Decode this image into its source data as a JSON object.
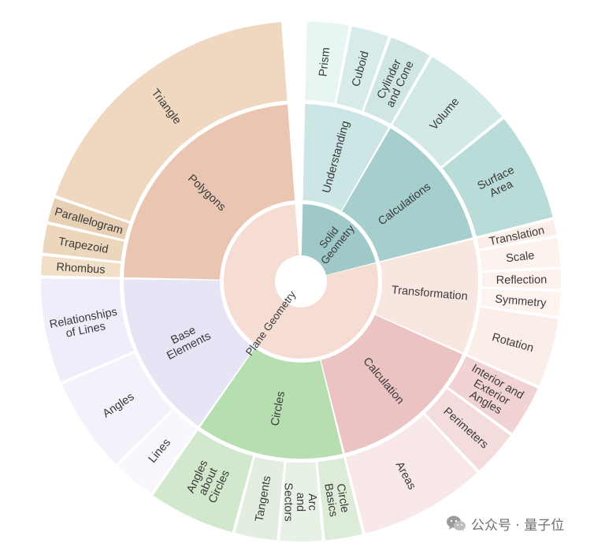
{
  "chart_data": {
    "type": "sunburst",
    "levels": 3,
    "hierarchy": [
      {
        "name": "Solid Geometry",
        "label": "Solid\nGeometry",
        "color": "#9ec9c8",
        "children": [
          {
            "name": "Understanding",
            "label": "Understanding",
            "color": "#cce6e5",
            "children": [
              {
                "name": "Prism",
                "label": "Prism",
                "color": "#e7f6f2"
              },
              {
                "name": "Cuboid",
                "label": "Cuboid",
                "color": "#d7ecea"
              },
              {
                "name": "Cylinder and Cone",
                "label": "Cylinder\nand Cone",
                "color": "#cfe6e4"
              }
            ]
          },
          {
            "name": "Calculations",
            "label": "Calculations",
            "color": "#a5cecd",
            "children": [
              {
                "name": "Volume",
                "label": "Volume",
                "color": "#d3e9e7"
              },
              {
                "name": "Surface Area",
                "label": "Surface\nArea",
                "color": "#b9dcd9"
              }
            ]
          }
        ]
      },
      {
        "name": "Plane Geometry",
        "label": "Plane Geometry",
        "color": "#f5ddd4",
        "children": [
          {
            "name": "Transformation",
            "label": "Transformation",
            "color": "#f8e6e1",
            "children": [
              {
                "name": "Translation",
                "label": "Translation",
                "color": "#fbeee8"
              },
              {
                "name": "Scale",
                "label": "Scale",
                "color": "#fdf3ee"
              },
              {
                "name": "Reflection",
                "label": "Reflection",
                "color": "#fcf1ec"
              },
              {
                "name": "Symmetry",
                "label": "Symmetry",
                "color": "#fdf4f0"
              },
              {
                "name": "Rotation",
                "label": "Rotation",
                "color": "#fbede8"
              }
            ]
          },
          {
            "name": "Calculation",
            "label": "Calculation",
            "color": "#ebc3c3",
            "children": [
              {
                "name": "Interior and Exterior Angles",
                "label": "Interior and\nExterior\nAngles",
                "color": "#f1d3d3"
              },
              {
                "name": "Perimeters",
                "label": "Perimeters",
                "color": "#f4dcdc"
              },
              {
                "name": "Areas",
                "label": "Areas",
                "color": "#f8e8e8"
              }
            ]
          },
          {
            "name": "Circles",
            "label": "Circles",
            "color": "#b7deb1",
            "children": [
              {
                "name": "Circle Basics",
                "label": "Circle\nBasics",
                "color": "#dcecd9"
              },
              {
                "name": "Arc and Sectors",
                "label": "Arc\nand\nSectors",
                "color": "#e7f1e5"
              },
              {
                "name": "Tangents",
                "label": "Tangents",
                "color": "#e3eee0"
              },
              {
                "name": "Angles about Circles",
                "label": "Angles\nabout\nCircles",
                "color": "#d2e8cd"
              }
            ]
          },
          {
            "name": "Base Elements",
            "label": "Base\nElements",
            "color": "#e5e5f6",
            "children": [
              {
                "name": "Lines",
                "label": "Lines",
                "color": "#f7f7fd"
              },
              {
                "name": "Angles",
                "label": "Angles",
                "color": "#f2f2fb"
              },
              {
                "name": "Relationships of Lines",
                "label": "Relationships\nof Lines",
                "color": "#eeeefa"
              }
            ]
          },
          {
            "name": "Polygons",
            "label": "Polygons",
            "color": "#e9c5b2",
            "children": [
              {
                "name": "Rhombus",
                "label": "Rhombus",
                "color": "#f1dfc8"
              },
              {
                "name": "Trapezoid",
                "label": "Trapezoid",
                "color": "#ecd7bd"
              },
              {
                "name": "Parallelogram",
                "label": "Parallelogram",
                "color": "#e8d0b4"
              },
              {
                "name": "Triangle",
                "label": "Triangle",
                "color": "#efd7c0"
              }
            ]
          }
        ]
      }
    ],
    "leaf_angles_deg": {
      "Prism": 10,
      "Cuboid": 9,
      "Cylinder and Cone": 10,
      "Volume": 21,
      "Surface Area": 25,
      "Translation": 4,
      "Scale": 7,
      "Reflection": 5,
      "Symmetry": 6,
      "Rotation": 16,
      "Interior and Exterior Angles": 12,
      "Perimeters": 11,
      "Areas": 29,
      "Circle Basics": 9,
      "Arc and Sectors": 10,
      "Tangents": 10,
      "Angles about Circles": 20,
      "Lines": 10,
      "Angles": 22,
      "Relationships of Lines": 24,
      "Rhombus": 5,
      "Trapezoid": 7,
      "Parallelogram": 6,
      "Triangle": 67
    }
  },
  "watermark": {
    "text": "公众号 · 量子位",
    "icon": "wechat-icon",
    "color": "#6f6f6f"
  }
}
